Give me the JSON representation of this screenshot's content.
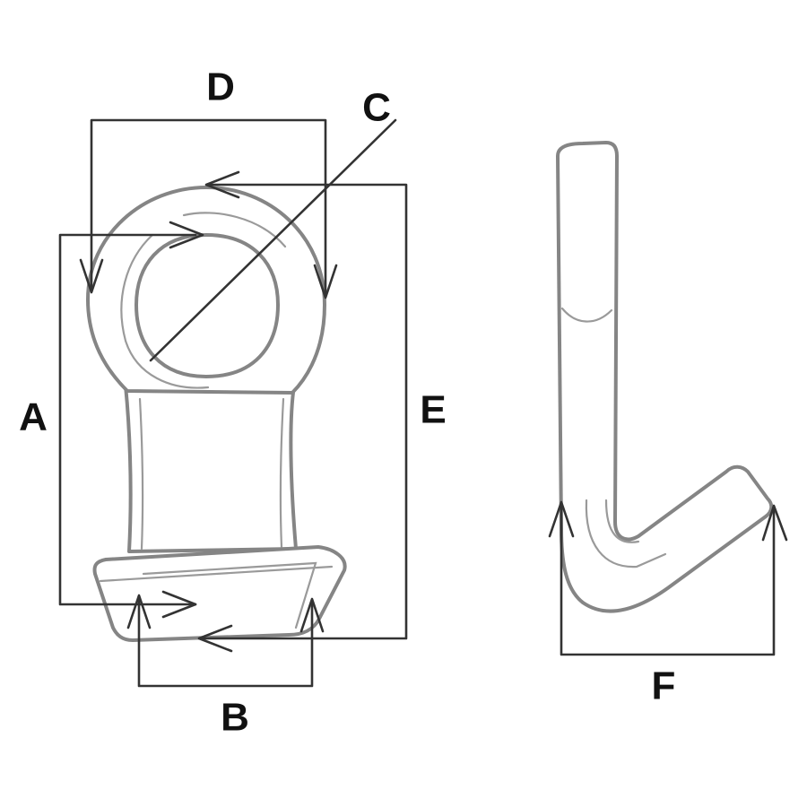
{
  "labels": {
    "a": "A",
    "b": "B",
    "c": "C",
    "d": "D",
    "e": "E",
    "f": "F"
  },
  "colors": {
    "part_outline": "#858585",
    "dimension_lines": "#333333",
    "labels": "#111111",
    "background": "#ffffff"
  }
}
